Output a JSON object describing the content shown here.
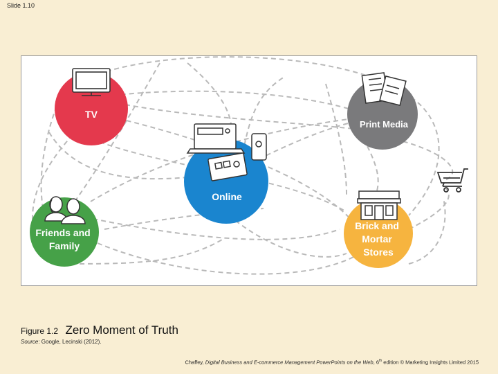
{
  "slide": {
    "label": "Slide 1.10"
  },
  "diagram": {
    "nodes": {
      "tv": {
        "lines": [
          "TV"
        ],
        "color": "#e4394d"
      },
      "print": {
        "lines": [
          "Print Media"
        ],
        "color": "#7a7a7c"
      },
      "online": {
        "lines": [
          "Online"
        ],
        "color": "#1a85cf"
      },
      "friends": {
        "lines": [
          "Friends and",
          "Family"
        ],
        "color": "#46a148"
      },
      "stores": {
        "lines": [
          "Brick and",
          "Mortar",
          "Stores"
        ],
        "color": "#f6b43f"
      }
    },
    "connector_style": "dashed",
    "connector_color": "#b9b9b9"
  },
  "caption": {
    "figure_label": "Figure 1.2",
    "title": "Zero Moment of Truth",
    "source_label": "Source",
    "source_text": ": Google, Lecinski (2012)."
  },
  "footer": {
    "author": "Chaffey, ",
    "book_title": "Digital Business and E-commerce Management PowerPoints on the Web",
    "edition_num": ", 6",
    "edition_suffix": "th",
    "rest": " edition © Marketing Insights Limited 2015"
  }
}
